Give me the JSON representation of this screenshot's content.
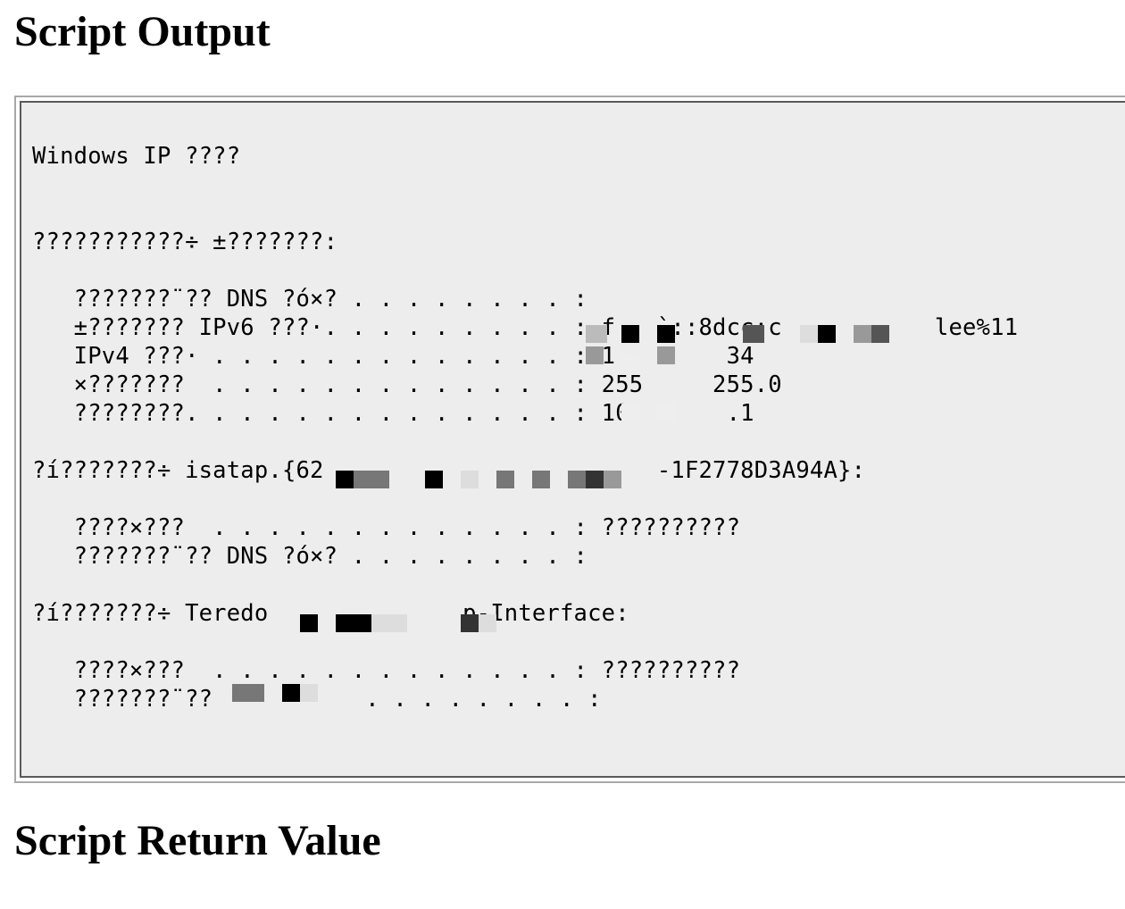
{
  "headings": {
    "output": "Script Output",
    "return_value": "Script Return Value"
  },
  "output_lines": [
    "Windows IP ????",
    "???????????÷ ±???????:",
    "   ???????¨?? DNS ?ó×? . . . . . . . . :",
    "   ±??????? IPv6 ???·. . . . . . . . . : f   `::8dcc:c           lee%11",
    "   IPv4 ???· . . . . . . . . . . . . . : 1        34",
    "   ×???????  . . . . . . . . . . . . . : 255     255.0",
    "   ????????. . . . . . . . . . . . . . : 10.      .1",
    "?í???????÷ isatap.{62                        -1F2778D3A94A}:",
    "   ????×???  . . . . . . . . . . . . . : ??????????",
    "   ???????¨?? DNS ?ó×? . . . . . . . . :",
    "?í???????÷ Teredo              p-Interface:",
    "   ????×???  . . . . . . . . . . . . . : ??????????",
    "   ???????¨??           . . . . . . . . :"
  ]
}
